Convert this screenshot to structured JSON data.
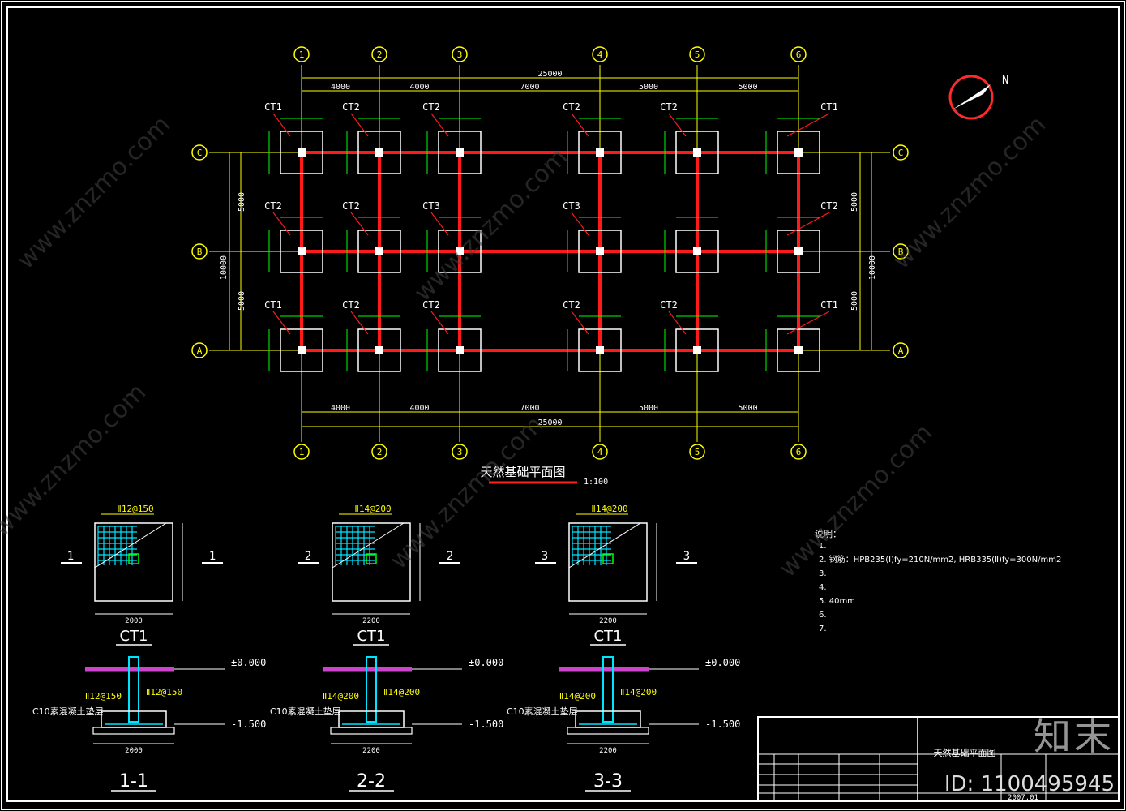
{
  "plan": {
    "title": "天然基础平面图",
    "scale": "1:100",
    "total_length": "25000",
    "total_width": "10000",
    "x_spacings": [
      "4000",
      "4000",
      "7000",
      "5000",
      "5000"
    ],
    "y_spacings": [
      "5000",
      "5000"
    ],
    "x_axes": [
      "1",
      "2",
      "3",
      "4",
      "5",
      "6"
    ],
    "y_axes": [
      "A",
      "B",
      "C"
    ],
    "footings": [
      {
        "axis": "C-1",
        "label": "CT1"
      },
      {
        "axis": "C-2",
        "label": "CT2"
      },
      {
        "axis": "C-3",
        "label": "CT2"
      },
      {
        "axis": "C-4",
        "label": "CT2"
      },
      {
        "axis": "C-5",
        "label": "CT2"
      },
      {
        "axis": "C-6",
        "label": "CT1"
      },
      {
        "axis": "B-1",
        "label": "CT2"
      },
      {
        "axis": "B-2",
        "label": "CT2"
      },
      {
        "axis": "B-3",
        "label": "CT3"
      },
      {
        "axis": "B-4",
        "label": "CT3"
      },
      {
        "axis": "B-5",
        "label": ""
      },
      {
        "axis": "B-6",
        "label": "CT2"
      },
      {
        "axis": "A-1",
        "label": "CT1"
      },
      {
        "axis": "A-2",
        "label": "CT2"
      },
      {
        "axis": "A-3",
        "label": "CT2"
      },
      {
        "axis": "A-4",
        "label": "CT2"
      },
      {
        "axis": "A-5",
        "label": "CT2"
      },
      {
        "axis": "A-6",
        "label": "CT1"
      }
    ]
  },
  "details": [
    {
      "mark": "1",
      "name": "CT1",
      "rebar": "Ⅱ12@150",
      "rebar2": "Ⅱ12@150",
      "section": "1-1",
      "width": "2000"
    },
    {
      "mark": "2",
      "name": "CT1",
      "rebar": "Ⅱ14@200",
      "rebar2": "Ⅱ14@200",
      "section": "2-2",
      "width": "2200"
    },
    {
      "mark": "3",
      "name": "CT1",
      "rebar": "Ⅱ14@200",
      "rebar2": "Ⅱ14@200",
      "section": "3-3",
      "width": "2200"
    }
  ],
  "sections": {
    "top_level": "±0.000",
    "bottom_level": "-1.500",
    "bedding": "C10素混凝土垫层"
  },
  "notes": {
    "heading": "说明：",
    "lines": [
      "1.",
      "2. 钢筋：HPB235(Ⅰ)fy=210N/mm2, HRB335(Ⅱ)fy=300N/mm2",
      "3.",
      "4.",
      "5. 40mm",
      "6.",
      "7."
    ]
  },
  "titleblock": {
    "drawing_name": "天然基础平面图",
    "date": "2007.01"
  },
  "compass": {
    "north": "N"
  },
  "watermark": {
    "brand": "知末",
    "site": "www.znzmo.com",
    "id": "ID: 1100495945"
  },
  "colors": {
    "beam": "#ff1a1a",
    "axis": "#ffff00",
    "dim": "#00ff00",
    "footing": "#ffffff",
    "rebar": "#00e5ff",
    "bedding": "#cc44cc",
    "background": "#000000"
  }
}
